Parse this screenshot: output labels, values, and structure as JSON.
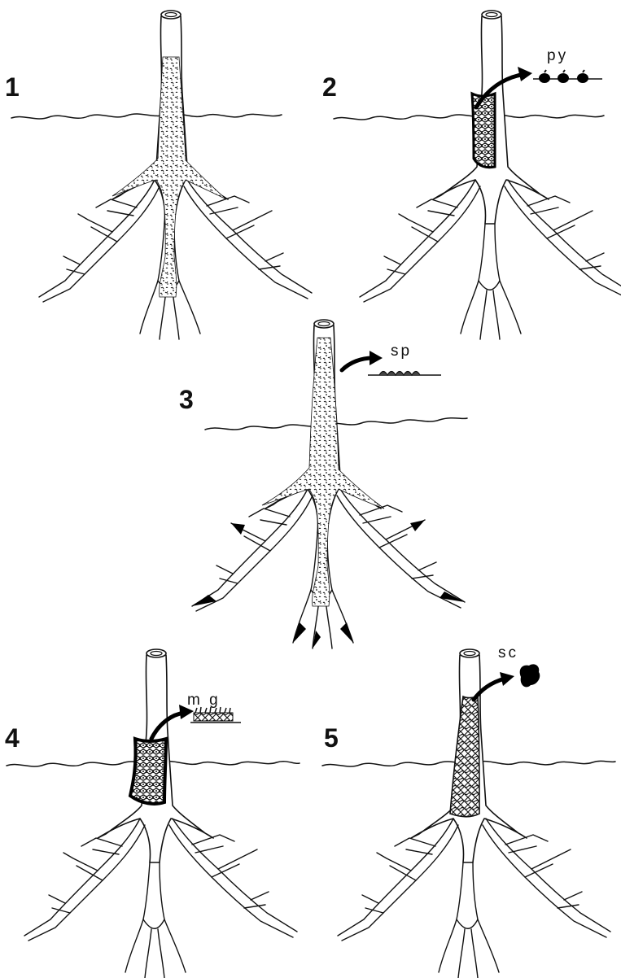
{
  "colors": {
    "ink": "#111111",
    "paper": "#ffffff"
  },
  "panels": [
    {
      "number": "1",
      "label": ""
    },
    {
      "number": "2",
      "label": "py"
    },
    {
      "number": "3",
      "label": "sp"
    },
    {
      "number": "4",
      "label": "m g"
    },
    {
      "number": "5",
      "label": "sc"
    }
  ]
}
